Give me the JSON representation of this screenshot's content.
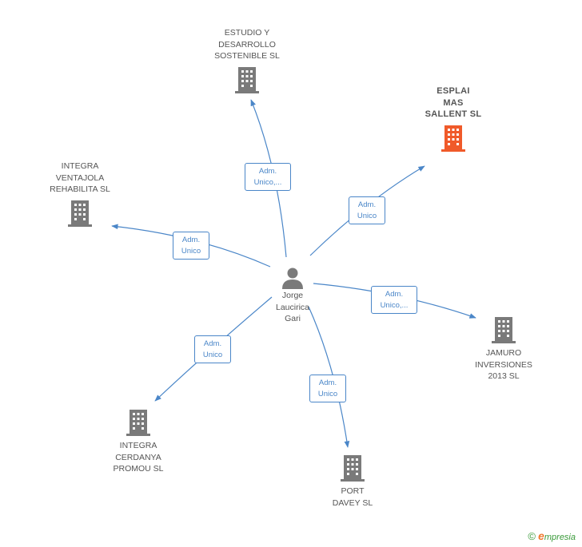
{
  "center": {
    "name": "Jorge\nLaucirica\nGari",
    "icon": "person-icon"
  },
  "companies": [
    {
      "key": "estudio",
      "name": "ESTUDIO Y\nDESARROLLO\nSOSTENIBLE SL",
      "relation": "Adm.\nUnico,...",
      "color": "#7a7a7a"
    },
    {
      "key": "esplai",
      "name": "ESPLAI\nMAS\nSALLENT SL",
      "relation": "Adm.\nUnico",
      "color": "#f05a2a",
      "focus": true
    },
    {
      "key": "integra_v",
      "name": "INTEGRA\nVENTAJOLA\nREHABILITA SL",
      "relation": "Adm.\nUnico",
      "color": "#7a7a7a"
    },
    {
      "key": "jamuro",
      "name": "JAMURO\nINVERSIONES\n2013  SL",
      "relation": "Adm.\nUnico,...",
      "color": "#7a7a7a"
    },
    {
      "key": "integra_c",
      "name": "INTEGRA\nCERDANYA\nPROMOU  SL",
      "relation": "Adm.\nUnico",
      "color": "#7a7a7a"
    },
    {
      "key": "port",
      "name": "PORT\nDAVEY SL",
      "relation": "Adm.\nUnico",
      "color": "#7a7a7a"
    }
  ],
  "colors": {
    "edge": "#4a86c8",
    "person": "#7a7a7a"
  },
  "footer": {
    "copyright": "©",
    "brand_e": "e",
    "brand_rest": "mpresia"
  }
}
